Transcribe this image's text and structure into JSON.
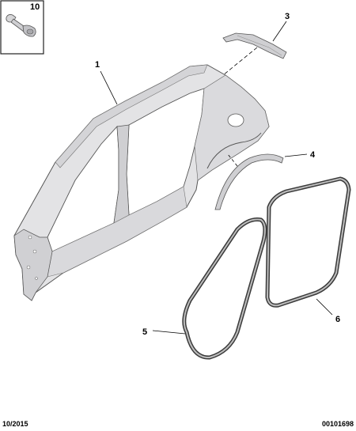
{
  "callouts": {
    "c1": "1",
    "c3": "3",
    "c4": "4",
    "c5": "5",
    "c6": "6",
    "c10": "10"
  },
  "footer": {
    "date": "10/2015",
    "reference": "00101698"
  },
  "colors": {
    "panel_fill": "#e3e3e5",
    "panel_shade": "#cfcfd2",
    "outline": "#555555",
    "seal_dark": "#3a3a3a",
    "seal_light": "#bdbdbd"
  }
}
